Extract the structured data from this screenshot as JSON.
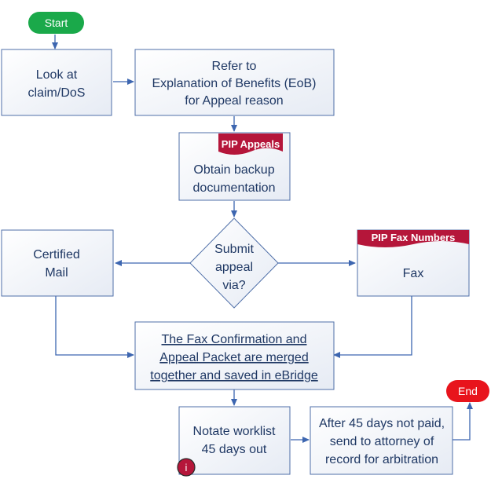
{
  "start": "Start",
  "end": "End",
  "look_claim": [
    "Look at",
    "claim/DoS"
  ],
  "refer_eob": [
    "Refer to",
    "Explanation of Benefits (EoB)",
    "for Appeal reason"
  ],
  "pip_appeals_tag": "PIP Appeals",
  "obtain_backup": [
    "Obtain backup",
    "documentation"
  ],
  "decision": [
    "Submit",
    "appeal",
    "via?"
  ],
  "certified_mail": [
    "Certified",
    "Mail"
  ],
  "pip_fax_tag": "PIP Fax Numbers",
  "fax": "Fax",
  "merge_save": [
    "The Fax Confirmation and",
    "Appeal Packet are merged",
    "together and saved in eBridge"
  ],
  "notate_worklist": [
    "Notate worklist",
    "45 days out"
  ],
  "info_badge": "i",
  "after45": [
    "After 45 days not paid,",
    "send to attorney of",
    "record for arbitration"
  ],
  "colors": {
    "start_pill": "#1aa94a",
    "end_pill": "#e8141c",
    "tag_red": "#b5163a",
    "box_border": "#4f6fa8",
    "text_blue": "#1f3864",
    "connector": "#3d66b0"
  }
}
